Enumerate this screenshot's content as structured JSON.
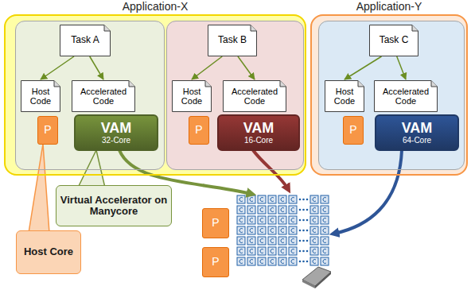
{
  "diagram": {
    "nodes": [
      {
        "text": [
          "Application-X"
        ]
      },
      {
        "text": [],
        "in": 0
      },
      {
        "text": [
          "Task A"
        ],
        "in": 1
      },
      {
        "text": [
          "Host Code"
        ],
        "in": 1
      },
      {
        "text": [
          "Accelerated Code"
        ],
        "in": 1
      },
      {
        "text": [
          "P"
        ],
        "in": 1
      },
      {
        "text": [
          "VAM",
          "32-Core"
        ],
        "in": 1
      },
      {
        "text": [],
        "in": 0
      },
      {
        "text": [
          "Task B"
        ],
        "in": 7
      },
      {
        "text": [
          "Host Code"
        ],
        "in": 7
      },
      {
        "text": [
          "Accelerated Code"
        ],
        "in": 7
      },
      {
        "text": [
          "P"
        ],
        "in": 7
      },
      {
        "text": [
          "VAM",
          "16-Core"
        ],
        "in": 7
      },
      {
        "text": [
          "Application-Y"
        ]
      },
      {
        "text": [],
        "in": 13
      },
      {
        "text": [
          "Task C"
        ],
        "in": 14
      },
      {
        "text": [
          "Host Code"
        ],
        "in": 14
      },
      {
        "text": [
          "Accelerated Code"
        ],
        "in": 14
      },
      {
        "text": [
          "P"
        ],
        "in": 14
      },
      {
        "text": [
          "VAM",
          "64-Core"
        ],
        "in": 14
      },
      {
        "text": [
          "Virtual Accelerator on Manycore"
        ]
      },
      {
        "text": [
          "Host Core"
        ]
      },
      {
        "text": [
          "P"
        ]
      },
      {
        "text": [
          "P"
        ]
      }
    ],
    "edges": [
      {
        "from": 2,
        "to": 3,
        "arrow": "to"
      },
      {
        "from": 2,
        "to": 4,
        "arrow": "to"
      },
      {
        "from": 8,
        "to": 9,
        "arrow": "to"
      },
      {
        "from": 8,
        "to": 10,
        "arrow": "to"
      },
      {
        "from": 15,
        "to": 16,
        "arrow": "to"
      },
      {
        "from": 15,
        "to": 17,
        "arrow": "to"
      }
    ]
  }
}
